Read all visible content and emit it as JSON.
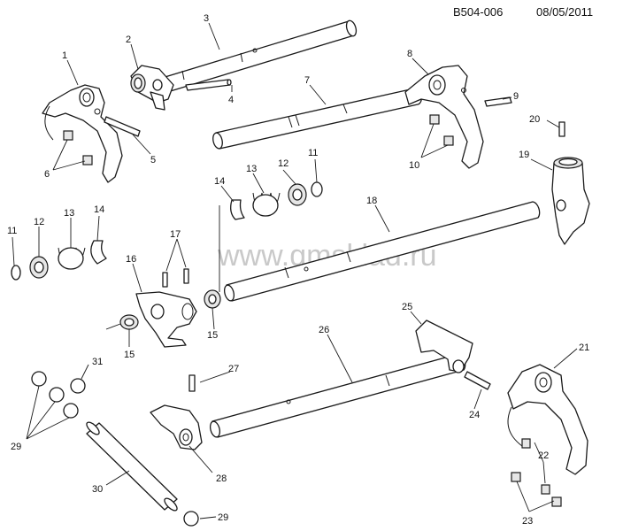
{
  "header": {
    "code": "B504-006",
    "date": "08/05/2011"
  },
  "watermark": "www.gmsklad.ru",
  "callouts": [
    {
      "id": "c1",
      "label": "1"
    },
    {
      "id": "c2",
      "label": "2"
    },
    {
      "id": "c3",
      "label": "3"
    },
    {
      "id": "c4",
      "label": "4"
    },
    {
      "id": "c5",
      "label": "5"
    },
    {
      "id": "c6",
      "label": "6"
    },
    {
      "id": "c7",
      "label": "7"
    },
    {
      "id": "c8",
      "label": "8"
    },
    {
      "id": "c9",
      "label": "9"
    },
    {
      "id": "c10",
      "label": "10"
    },
    {
      "id": "c11a",
      "label": "11"
    },
    {
      "id": "c11b",
      "label": "11"
    },
    {
      "id": "c12a",
      "label": "12"
    },
    {
      "id": "c12b",
      "label": "12"
    },
    {
      "id": "c13a",
      "label": "13"
    },
    {
      "id": "c13b",
      "label": "13"
    },
    {
      "id": "c14a",
      "label": "14"
    },
    {
      "id": "c14b",
      "label": "14"
    },
    {
      "id": "c15a",
      "label": "15"
    },
    {
      "id": "c15b",
      "label": "15"
    },
    {
      "id": "c16",
      "label": "16"
    },
    {
      "id": "c17",
      "label": "17"
    },
    {
      "id": "c18",
      "label": "18"
    },
    {
      "id": "c19",
      "label": "19"
    },
    {
      "id": "c20",
      "label": "20"
    },
    {
      "id": "c21",
      "label": "21"
    },
    {
      "id": "c22",
      "label": "22"
    },
    {
      "id": "c23",
      "label": "23"
    },
    {
      "id": "c24",
      "label": "24"
    },
    {
      "id": "c25",
      "label": "25"
    },
    {
      "id": "c26",
      "label": "26"
    },
    {
      "id": "c27",
      "label": "27"
    },
    {
      "id": "c28",
      "label": "28"
    },
    {
      "id": "c29a",
      "label": "29"
    },
    {
      "id": "c29b",
      "label": "29"
    },
    {
      "id": "c30",
      "label": "30"
    },
    {
      "id": "c31",
      "label": "31"
    }
  ]
}
